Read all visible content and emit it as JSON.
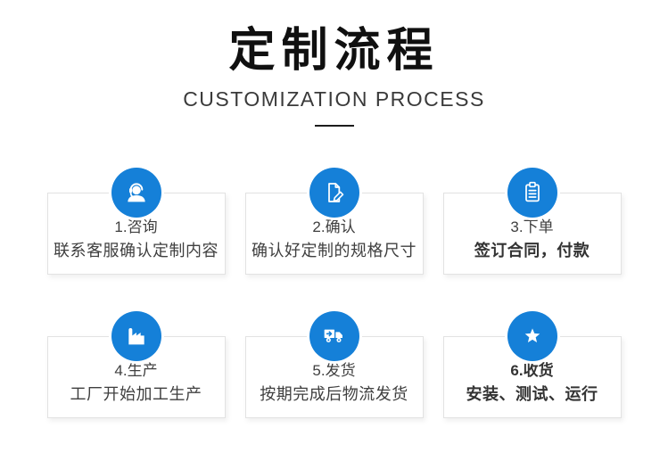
{
  "header": {
    "title": "定制流程",
    "subtitle": "CUSTOMIZATION PROCESS"
  },
  "theme": {
    "accent_blue": "#1580d8",
    "card_border": "#e2e2e2",
    "text_color": "#3f3f3f",
    "title_color": "#101010"
  },
  "steps": [
    {
      "icon": "headset-icon",
      "title": "1.咨询",
      "desc": "联系客服确认定制内容"
    },
    {
      "icon": "document-edit-icon",
      "title": "2.确认",
      "desc": "确认好定制的规格尺寸"
    },
    {
      "icon": "clipboard-icon",
      "title": "3.下单",
      "desc": "签订合同，付款"
    },
    {
      "icon": "factory-icon",
      "title": "4.生产",
      "desc": "工厂开始加工生产"
    },
    {
      "icon": "truck-icon",
      "title": "5.发货",
      "desc": "按期完成后物流发货"
    },
    {
      "icon": "star-icon",
      "title": "6.收货",
      "desc": "安装、测试、运行"
    }
  ]
}
